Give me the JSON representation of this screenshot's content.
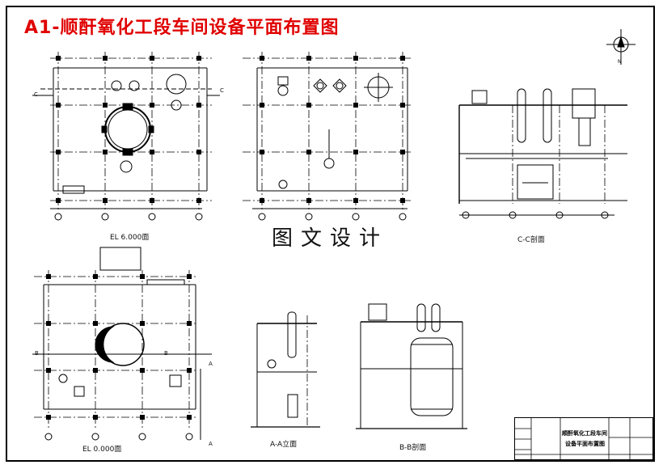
{
  "title": "A1-顺酐氧化工段车间设备平面布置图",
  "watermark": "图文设计",
  "views": {
    "el6000": "EL 6.000面",
    "el0000": "EL 0.000面",
    "cc": "C-C剖面",
    "aa": "A-A立面",
    "bb": "B-B剖面"
  },
  "section_marks": {
    "c": "C",
    "b": "B",
    "a": "A"
  },
  "title_block": {
    "drawing_name_1": "顺酐氧化工段车间",
    "drawing_name_2": "设备平面布置图"
  }
}
